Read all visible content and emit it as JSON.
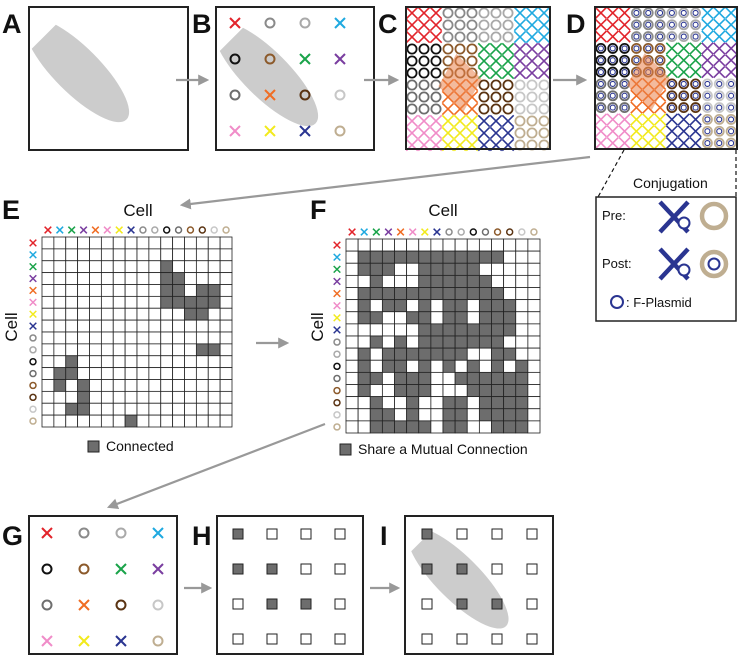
{
  "panels": {
    "a": "A",
    "b": "B",
    "c": "C",
    "d": "D",
    "e": "E",
    "f": "F",
    "g": "G",
    "h": "H",
    "i": "I"
  },
  "matrix_e": {
    "top_title": "Cell",
    "side_title": "Cell",
    "legend": "Connected"
  },
  "matrix_f": {
    "top_title": "Cell",
    "side_title": "Cell",
    "legend": "Share a Mutual Connection"
  },
  "inset": {
    "title": "Conjugation",
    "pre_label": "Pre:",
    "post_label": "Post:",
    "plasmid_label": ":  F-Plasmid"
  },
  "colors": {
    "panel_border": "#222222",
    "ellipse": "#cccccc",
    "arrow": "#999999",
    "matrix_fill": "#6d6d6d",
    "plasmid": "#2a3591",
    "inset_donor": "#2a3591",
    "inset_recipient": "#bfae91"
  },
  "cells": [
    {
      "shape": "x",
      "color": "#e2242b"
    },
    {
      "shape": "o",
      "color": "#8a8a8a"
    },
    {
      "shape": "o",
      "color": "#a9a9a9"
    },
    {
      "shape": "x",
      "color": "#1fa9e0"
    },
    {
      "shape": "o",
      "color": "#111111"
    },
    {
      "shape": "o",
      "color": "#8c5a2b"
    },
    {
      "shape": "x",
      "color": "#1aa34a"
    },
    {
      "shape": "x",
      "color": "#7a3ea0"
    },
    {
      "shape": "o",
      "color": "#6e6e6e"
    },
    {
      "shape": "x",
      "color": "#f06d24"
    },
    {
      "shape": "o",
      "color": "#5a3312"
    },
    {
      "shape": "o",
      "color": "#c7c7c7"
    },
    {
      "shape": "x",
      "color": "#f08cc8"
    },
    {
      "shape": "x",
      "color": "#f2ea1c"
    },
    {
      "shape": "x",
      "color": "#2a3591"
    },
    {
      "shape": "o",
      "color": "#bfae91"
    }
  ],
  "matrix_axis_order": [
    0,
    3,
    6,
    7,
    9,
    12,
    13,
    14,
    1,
    2,
    4,
    8,
    5,
    10,
    11,
    15
  ],
  "connected_matrix": [
    "0000000000000000",
    "0000000000000000",
    "0000000000100000",
    "0000000000110000",
    "0000000000110110",
    "0000000000111110",
    "0000000000001100",
    "0000000000000000",
    "0000000000000000",
    "0000000000000110",
    "0010000000000000",
    "0110000000000000",
    "0101000000000000",
    "0001000000000000",
    "0011000000000000",
    "0000000100000000"
  ],
  "mutual_matrix": [
    "0000000000000000",
    "0111111111111000",
    "0111001111100000",
    "0010001111110000",
    "0111111111111000",
    "0101101011011100",
    "0110011011011100",
    "0000001111111100",
    "0010101111111000",
    "0101111111001100",
    "0101101010101010",
    "0110111001111110",
    "0100111000111110",
    "0010010011011110",
    "0011010011011110",
    "0011111011001110"
  ],
  "graph_g": [
    0,
    1,
    2,
    3,
    4,
    5,
    6,
    7,
    8,
    9,
    10,
    11,
    12,
    13,
    14,
    15
  ],
  "graph_h_selected": [
    1,
    0,
    0,
    0,
    1,
    1,
    0,
    0,
    0,
    1,
    1,
    0,
    0,
    0,
    0,
    0
  ]
}
